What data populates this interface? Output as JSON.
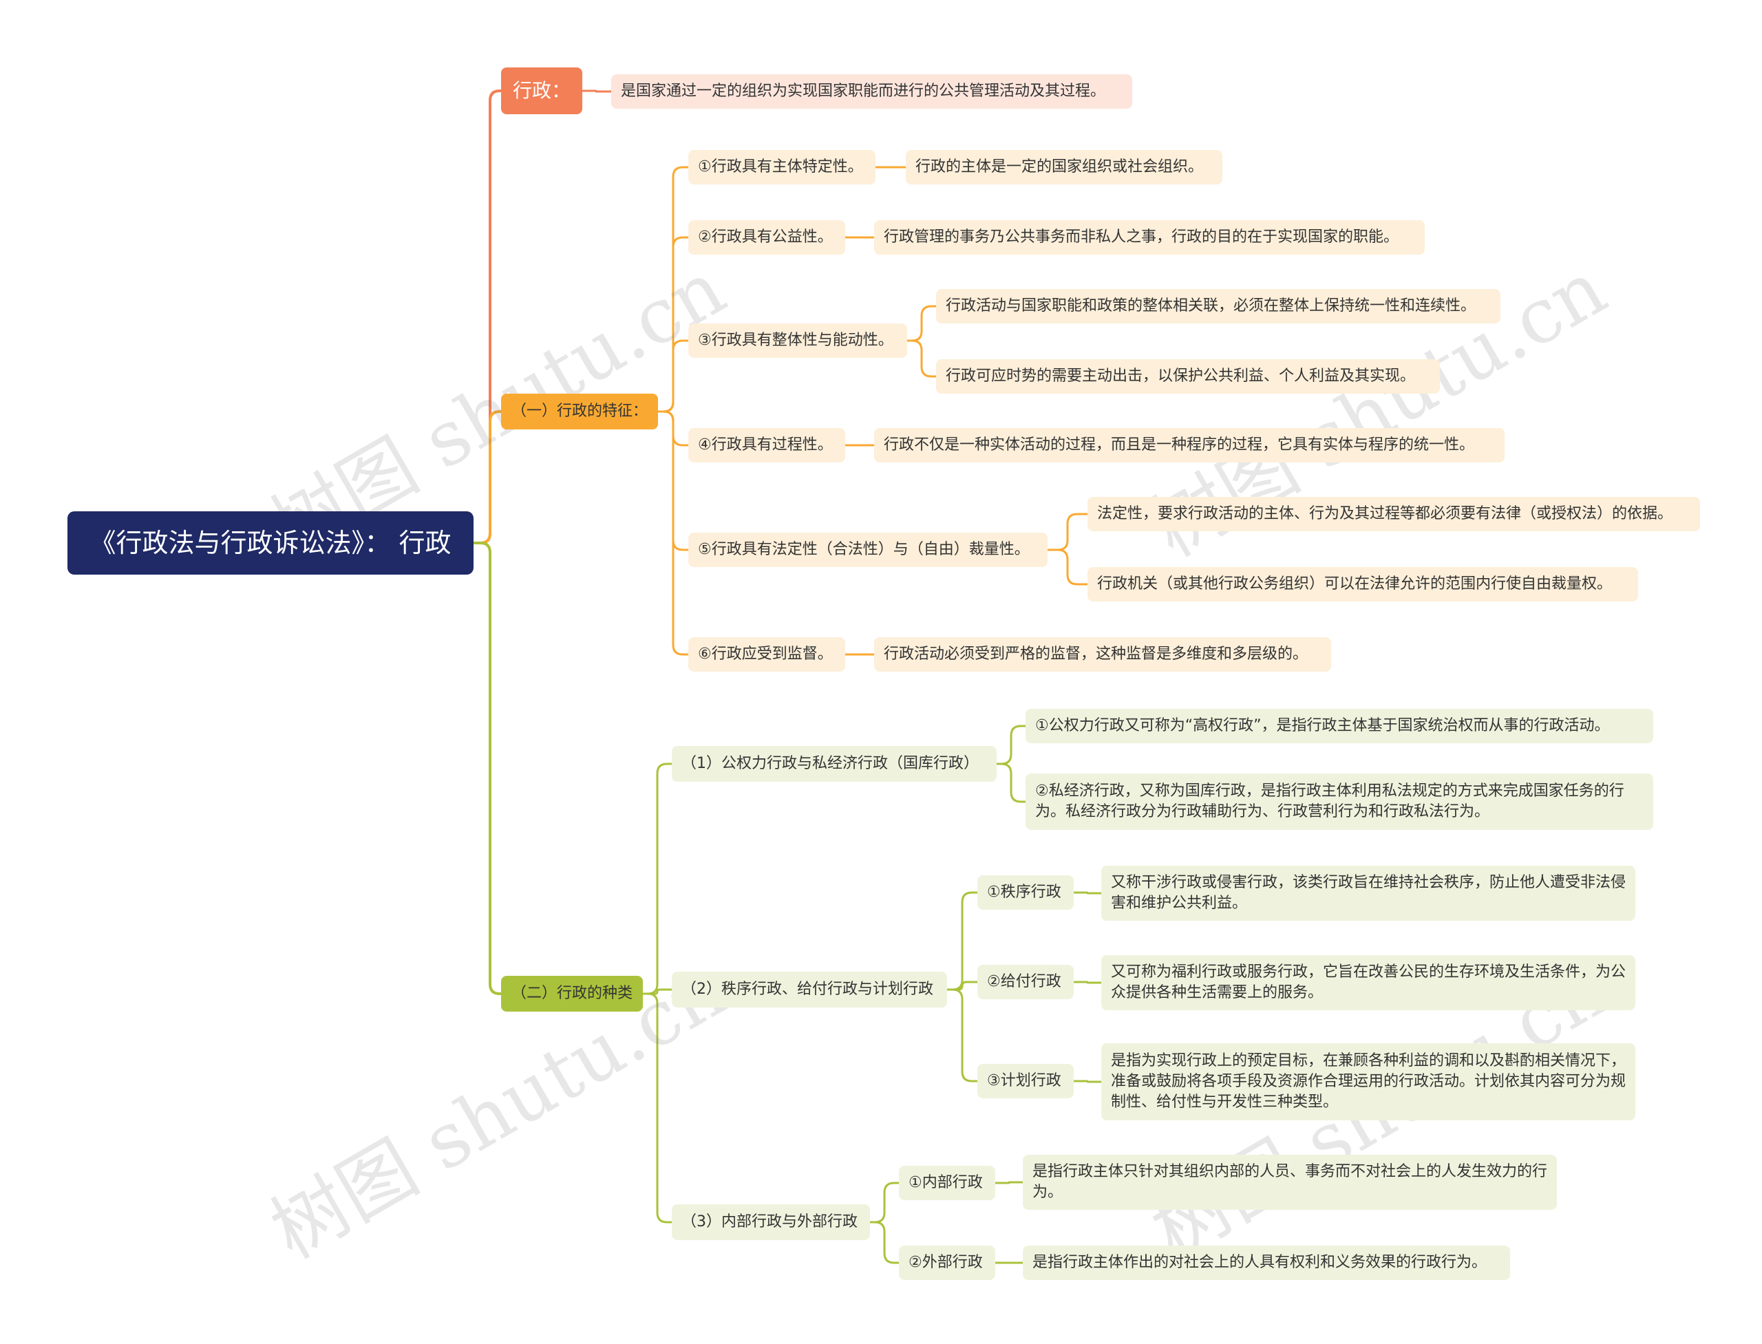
{
  "root": {
    "label": "《行政法与行政诉讼法》：  行政"
  },
  "watermark": "树图 shutu.cn",
  "colors": {
    "root": "#1f2a66",
    "branch1": "#f37f56",
    "branch2": "#f9a931",
    "branch3": "#a9c23b"
  },
  "branch1": {
    "label": "行政：",
    "definition": "是国家通过一定的组织为实现国家职能而进行的公共管理活动及其过程。"
  },
  "branch2": {
    "label": "（一）行政的特征：",
    "items": [
      {
        "label": "①行政具有主体特定性。",
        "details": [
          "行政的主体是一定的国家组织或社会组织。"
        ]
      },
      {
        "label": "②行政具有公益性。",
        "details": [
          "行政管理的事务乃公共事务而非私人之事，行政的目的在于实现国家的职能。"
        ]
      },
      {
        "label": "③行政具有整体性与能动性。",
        "details": [
          "行政活动与国家职能和政策的整体相关联，必须在整体上保持统一性和连续性。",
          "行政可应时势的需要主动出击，以保护公共利益、个人利益及其实现。"
        ]
      },
      {
        "label": "④行政具有过程性。",
        "details": [
          "行政不仅是一种实体活动的过程，而且是一种程序的过程，它具有实体与程序的统一性。"
        ]
      },
      {
        "label": "⑤行政具有法定性（合法性）与（自由）裁量性。",
        "details": [
          "法定性，要求行政活动的主体、行为及其过程等都必须要有法律（或授权法）的依据。",
          "行政机关（或其他行政公务组织）可以在法律允许的范围内行使自由裁量权。"
        ]
      },
      {
        "label": "⑥行政应受到监督。",
        "details": [
          "行政活动必须受到严格的监督，这种监督是多维度和多层级的。"
        ]
      }
    ]
  },
  "branch3": {
    "label": "（二）行政的种类",
    "groups": [
      {
        "label": "（1）公权力行政与私经济行政（国库行政）",
        "items": [
          {
            "text": "①公权力行政又可称为“高权行政”，是指行政主体基于国家统治权而从事的行政活动。"
          },
          {
            "text": "②私经济行政，又称为国库行政，是指行政主体利用私法规定的方式来完成国家任务的行为。私经济行政分为行政辅助行为、行政营利行为和行政私法行为。"
          }
        ]
      },
      {
        "label": "（2）秩序行政、给付行政与计划行政",
        "items": [
          {
            "label": "①秩序行政",
            "text": "又称干涉行政或侵害行政，该类行政旨在维持社会秩序，防止他人遭受非法侵害和维护公共利益。"
          },
          {
            "label": "②给付行政",
            "text": "又可称为福利行政或服务行政，它旨在改善公民的生存环境及生活条件，为公众提供各种生活需要上的服务。"
          },
          {
            "label": "③计划行政",
            "text": "是指为实现行政上的预定目标，在兼顾各种利益的调和以及斟酌相关情况下，准备或鼓励将各项手段及资源作合理运用的行政活动。计划依其内容可分为规制性、给付性与开发性三种类型。"
          }
        ]
      },
      {
        "label": "（3）内部行政与外部行政",
        "items": [
          {
            "label": "①内部行政",
            "text": "是指行政主体只针对其组织内部的人员、事务而不对社会上的人发生效力的行为。"
          },
          {
            "label": "②外部行政",
            "text": "是指行政主体作出的对社会上的人具有权利和义务效果的行政行为。"
          }
        ]
      }
    ]
  }
}
